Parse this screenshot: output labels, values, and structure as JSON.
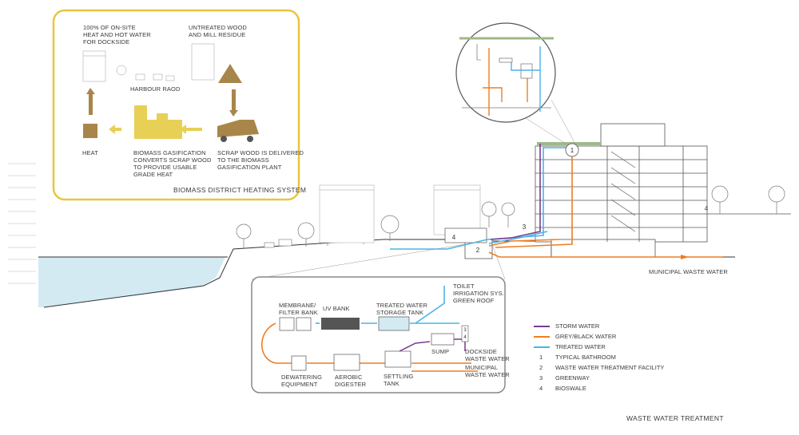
{
  "biomass": {
    "title": "BIOMASS DISTRICT HEATING SYSTEM",
    "heat_for_dockside": "100% OF ON-SITE\nHEAT AND HOT WATER\nFOR DOCKSIDE",
    "untreated_wood": "UNTREATED WOOD\nAND MILL RESIDUE",
    "harbour_road": "HARBOUR RAOD",
    "heat": "HEAT",
    "gasification": "BIOMASS GASIFICATION\nCONVERTS SCRAP WOOD\nTO PROVIDE USABLE\nGRADE HEAT",
    "scrap_wood": "SCRAP WOOD IS DELIVERED\nTO THE BIOMASS\nGASIFICATION PLANT"
  },
  "section": {
    "municipal_waste_water": "MUNICIPAL WASTE WATER",
    "markers": [
      "1",
      "2",
      "3",
      "4",
      "4"
    ]
  },
  "treatment": {
    "membrane": "MEMBRANE/\nFILTER BANK",
    "uv_bank": "UV BANK",
    "treated_storage": "TREATED WATER\nSTORAGE TANK",
    "toilet": "TOILET\nIRRIGATION  SYS.\nGREEN ROOF",
    "sump": "SUMP",
    "dockside": "DOCKSIDE\nWASTE WATER",
    "municipal": "MUNICIPAL\nWASTE WATER",
    "settling": "SETTLING\nTANK",
    "aerobic": "AEROBIC\nDIGESTER",
    "dewatering": "DEWATERING\nEQUIPMENT",
    "tank_markers": [
      "3",
      "4"
    ]
  },
  "legend": {
    "lines": [
      {
        "label": "STORM WATER",
        "color": "#7b3b8f"
      },
      {
        "label": "GREY/BLACK WATER",
        "color": "#ee7d23"
      },
      {
        "label": "TREATED WATER",
        "color": "#4db3e6"
      }
    ],
    "items": [
      {
        "num": "1",
        "label": "TYPICAL BATHROOM"
      },
      {
        "num": "2",
        "label": "WASTE WATER TREATMENT FACILITY"
      },
      {
        "num": "3",
        "label": "GREENWAY"
      },
      {
        "num": "4",
        "label": "BIOSWALE"
      }
    ]
  },
  "caption": "WASTE WATER TREATMENT",
  "colors": {
    "biomass_frame": "#e8c640",
    "wood_brown": "#a8864a",
    "yellow_plant": "#e8cf55",
    "water": "#d3eaf3",
    "storm": "#7b3b8f",
    "grey_black": "#ee7d23",
    "treated": "#4db3e6"
  }
}
